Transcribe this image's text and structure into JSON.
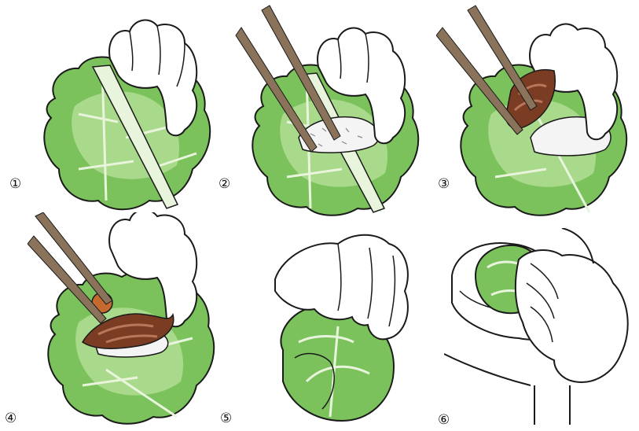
{
  "steps": [
    {
      "number": "①",
      "content": [
        "cabbage-leaf",
        "hand"
      ]
    },
    {
      "number": "②",
      "content": [
        "cabbage-leaf",
        "hand",
        "rice",
        "chopsticks"
      ]
    },
    {
      "number": "③",
      "content": [
        "cabbage-leaf",
        "hand",
        "rice",
        "meat",
        "chopsticks"
      ]
    },
    {
      "number": "④",
      "content": [
        "cabbage-leaf",
        "hand",
        "rice",
        "meat",
        "pickled-plum",
        "chopsticks"
      ]
    },
    {
      "number": "⑤",
      "content": [
        "wrapped-bundle",
        "hand"
      ]
    },
    {
      "number": "⑥",
      "content": [
        "rice-ball",
        "hands"
      ]
    }
  ],
  "colors": {
    "leaf_light": "#a9d98a",
    "leaf_mid": "#7cc25c",
    "leaf_dark": "#4f9a3a",
    "vein": "#e8f5dc",
    "outline": "#1a1a1a",
    "chopstick": "#8a735a",
    "meat": "#7a3d24",
    "meat_light": "#b8775a",
    "plum": "#c56a2e",
    "rice": "#f4f4f4"
  }
}
